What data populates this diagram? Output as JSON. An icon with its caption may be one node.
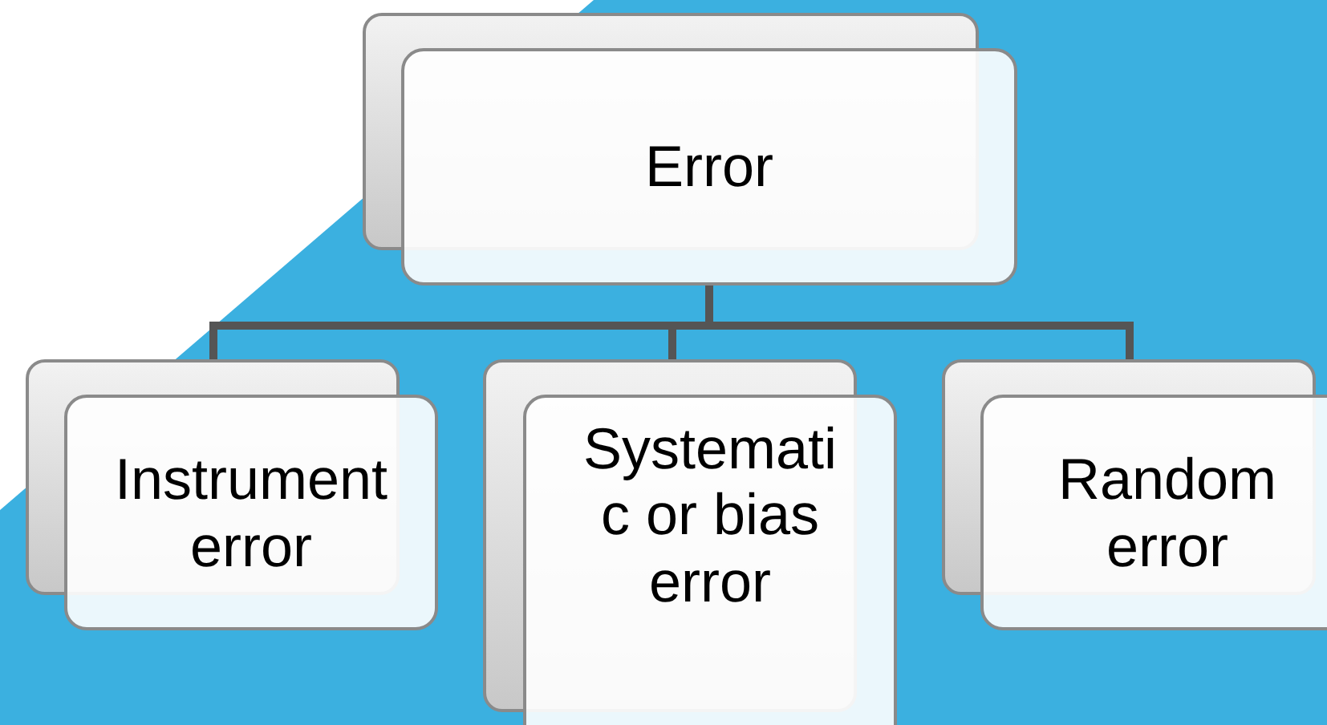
{
  "diagram": {
    "nodes": [
      {
        "text": [
          "Error"
        ]
      },
      {
        "text": [
          "Instrument error"
        ]
      },
      {
        "text": [
          "Systemati c or bias error"
        ]
      },
      {
        "text": [
          "Random error"
        ]
      }
    ],
    "edges": [
      {
        "from": 0,
        "to": 1,
        "arrow": "none"
      },
      {
        "from": 0,
        "to": 2,
        "arrow": "none"
      },
      {
        "from": 0,
        "to": 3,
        "arrow": "none"
      }
    ]
  }
}
